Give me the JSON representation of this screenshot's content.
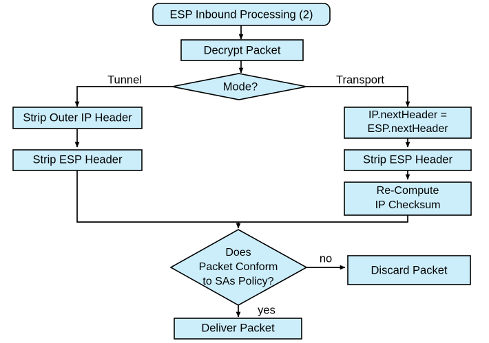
{
  "diagram": {
    "title": "ESP Inbound Processing (2)",
    "colors": {
      "node_fill": "#cceefb",
      "node_stroke": "#000000",
      "background": "#ffffff",
      "text": "#000000"
    },
    "nodes": {
      "start": {
        "label": "ESP Inbound Processing (2)",
        "shape": "terminator"
      },
      "decrypt": {
        "label": "Decrypt Packet",
        "shape": "process"
      },
      "mode": {
        "label": "Mode?",
        "shape": "decision"
      },
      "strip_outer_ip": {
        "label": "Strip Outer IP Header",
        "shape": "process"
      },
      "strip_esp_tunnel": {
        "label": "Strip ESP Header",
        "shape": "process"
      },
      "next_header": {
        "label_line1": "IP.nextHeader =",
        "label_line2": "ESP.nextHeader",
        "shape": "process"
      },
      "strip_esp_transport": {
        "label": "Strip ESP Header",
        "shape": "process"
      },
      "recompute": {
        "label_line1": "Re-Compute",
        "label_line2": "IP Checksum",
        "shape": "process"
      },
      "conform": {
        "label_line1": "Does",
        "label_line2": "Packet Conform",
        "label_line3": "to SAs Policy?",
        "shape": "decision"
      },
      "discard": {
        "label": "Discard Packet",
        "shape": "process"
      },
      "deliver": {
        "label": "Deliver Packet",
        "shape": "process"
      }
    },
    "edge_labels": {
      "tunnel": "Tunnel",
      "transport": "Transport",
      "no": "no",
      "yes": "yes"
    }
  }
}
